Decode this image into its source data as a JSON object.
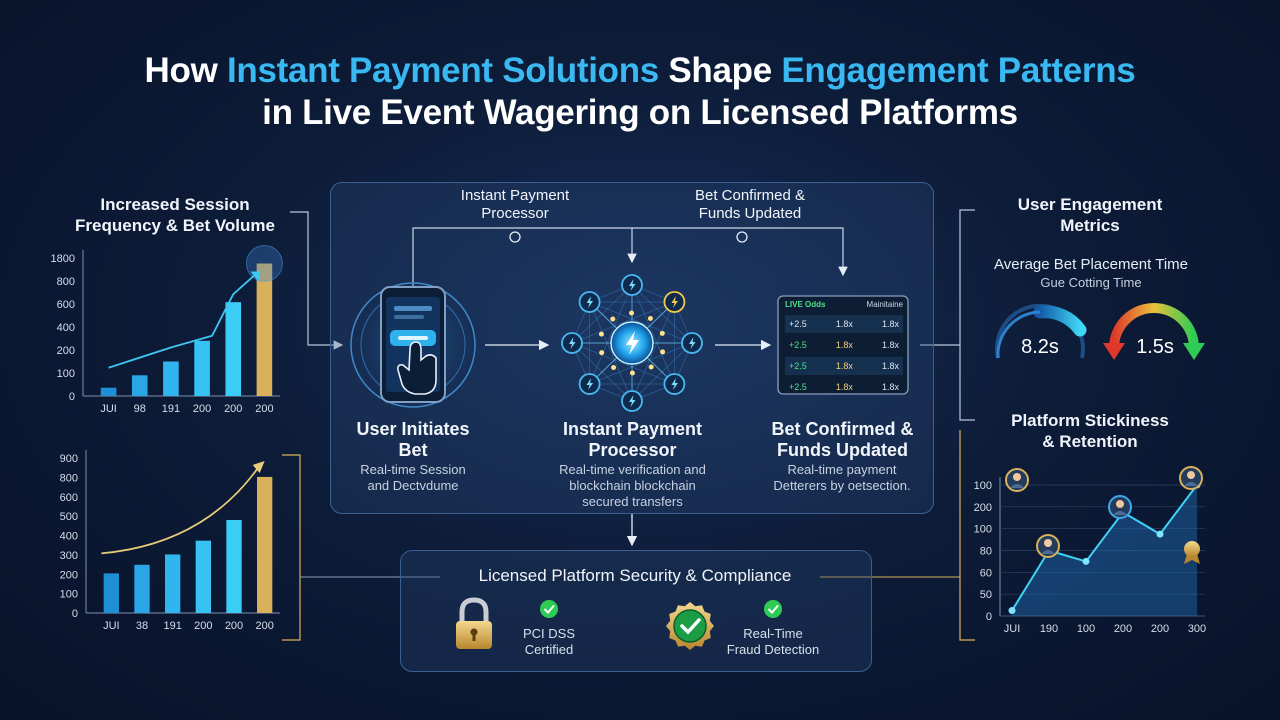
{
  "title": {
    "p1": "How ",
    "h1": "Instant Payment Solutions",
    "p2": " Shape ",
    "h2": "Engagement Patterns",
    "line2": "in Live Event Wagering on Licensed Platforms"
  },
  "colors": {
    "accent": "#3ab8f2",
    "gold": "#d9b15a",
    "green": "#2ecc55",
    "red": "#e0392b",
    "panel_border": "#3a5f92"
  },
  "left_top": {
    "heading_1": "Increased Session",
    "heading_2": "Frequency & Bet Volume"
  },
  "left_bottom": {},
  "flow": {
    "top_label_1": {
      "line1": "Instant Payment",
      "line2": "Processor"
    },
    "top_label_2": {
      "line1": "Bet Confirmed &",
      "line2": "Funds Updated"
    },
    "step1": {
      "title_1": "User Initiates",
      "title_2": "Bet",
      "desc_1": "Real-time Session",
      "desc_2": "and Dectvdume"
    },
    "step2": {
      "title_1": "Instant Payment",
      "title_2": "Processor",
      "desc_1": "Real-time verification and",
      "desc_2": "blockchain blockchain",
      "desc_3": "secured transfers"
    },
    "step3": {
      "title_1": "Bet Confirmed &",
      "title_2": "Funds Updated",
      "desc_1": "Real-time payment",
      "desc_2": "Detterers by oetsection."
    },
    "odds_icon": "odds-board-icon",
    "phone_icon": "phone-tap-icon",
    "network_icon": "payment-network-icon"
  },
  "odds_table": {
    "header_left": "LIVE Odds",
    "header_right": "Mainitaine",
    "rows": [
      [
        "+2.5",
        "1.8x",
        "1.8x"
      ],
      [
        "+2.5",
        "1.8x",
        "1.8x"
      ],
      [
        "+2.5",
        "1.8x",
        "1.8x"
      ],
      [
        "+2.5",
        "1.8x",
        "1.8x"
      ]
    ]
  },
  "security": {
    "title": "Licensed Platform Security & Compliance",
    "item1": {
      "line1": "PCI DSS",
      "line2": "Certified",
      "icon": "padlock-icon"
    },
    "item2": {
      "line1": "Real-Time",
      "line2": "Fraud Detection",
      "icon": "shield-check-icon"
    }
  },
  "metrics": {
    "heading_1": "User Engagement",
    "heading_2": "Metrics",
    "sub_1": "Average Bet Placement Time",
    "sub_2": "Gue Cotting Time",
    "gauge1_value": "8.2s",
    "gauge2_value": "1.5s"
  },
  "stickiness": {
    "heading_1": "Platform Stickiness",
    "heading_2": "& Retention"
  },
  "chart_data": [
    {
      "type": "bar",
      "categories": [
        "JUI",
        "98",
        "191",
        "200",
        "200",
        "200"
      ],
      "values": [
        60,
        150,
        250,
        400,
        680,
        960
      ],
      "ylim": [
        0,
        1000
      ],
      "yticks": [
        "0",
        "100",
        "200",
        "400",
        "600",
        "800",
        "1800"
      ],
      "trend": "line",
      "bar_colors": [
        "#1f8fd6",
        "#2aa6e6",
        "#31b5ef",
        "#36c2f3",
        "#3ccdf6",
        "#d9b15a"
      ]
    },
    {
      "type": "bar",
      "categories": [
        "JUI",
        "38",
        "191",
        "200",
        "200",
        "200"
      ],
      "values": [
        230,
        280,
        340,
        420,
        540,
        790
      ],
      "ylim": [
        0,
        900
      ],
      "yticks": [
        "0",
        "100",
        "200",
        "300",
        "400",
        "500",
        "600",
        "800",
        "900"
      ],
      "trend": "curve",
      "bar_colors": [
        "#1f8fd6",
        "#2aa6e6",
        "#31b5ef",
        "#36c2f3",
        "#3ccdf6",
        "#d9b15a"
      ]
    },
    {
      "type": "area",
      "x": [
        "JUI",
        "190",
        "100",
        "200",
        "200",
        "300"
      ],
      "values": [
        5,
        60,
        50,
        95,
        75,
        120
      ],
      "ylim": [
        0,
        120
      ],
      "yticks": [
        "0",
        "50",
        "60",
        "80",
        "100",
        "200",
        "100"
      ]
    }
  ]
}
